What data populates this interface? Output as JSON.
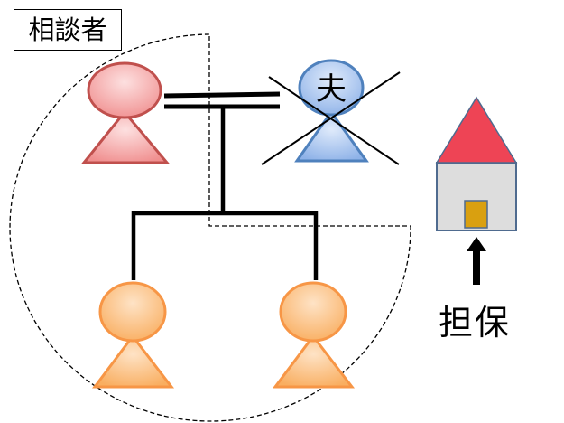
{
  "labels": {
    "consultant": "相談者",
    "husband": "夫",
    "collateral": "担保"
  },
  "colors": {
    "consultant_fill": "#f5a3a3",
    "consultant_stroke": "#c0504d",
    "husband_fill": "#a7c3ee",
    "husband_stroke": "#4f81bd",
    "child_fill": "#fbbf82",
    "child_stroke": "#f79646",
    "roof": "#ee4455",
    "house_wall": "#dddddd",
    "door": "#d9a010"
  }
}
